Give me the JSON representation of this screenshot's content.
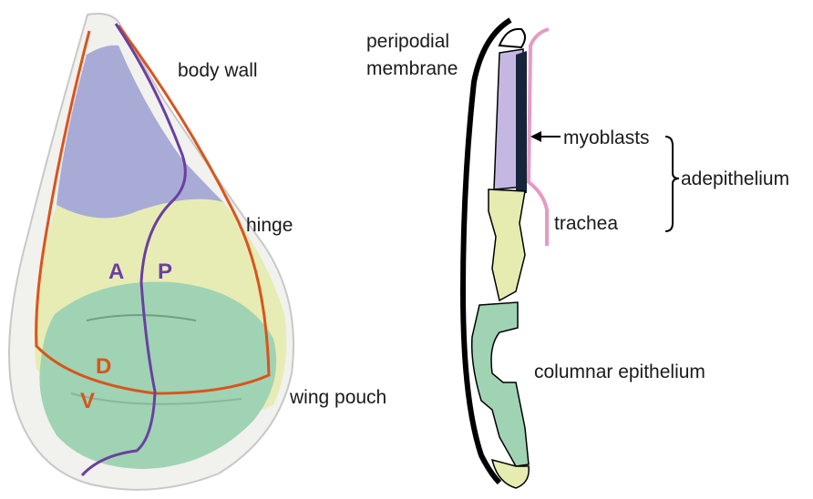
{
  "left_panel": {
    "labels": {
      "body_wall": "body wall",
      "hinge": "hinge",
      "wing_pouch": "wing pouch"
    },
    "axis_labels": {
      "anterior": "A",
      "posterior": "P",
      "dorsal": "D",
      "ventral": "V"
    }
  },
  "right_panel": {
    "labels": {
      "peripodial_line1": "peripodial",
      "peripodial_line2": "membrane",
      "myoblasts": "myoblasts",
      "adepithelium": "adepithelium",
      "trachea": "trachea",
      "columnar_epithelium": "columnar epithelium"
    }
  },
  "colors": {
    "body_wall_region": "#a7abd6",
    "hinge_region": "#e6ebb0",
    "pouch_region": "#9fd3b3",
    "disc_outline": "#d9d9d9",
    "dv_boundary": "#d9541c",
    "ap_boundary": "#6b3fa0",
    "myoblasts": "#17253a",
    "trachea": "#e59ac4",
    "peripodial": "#000000"
  }
}
